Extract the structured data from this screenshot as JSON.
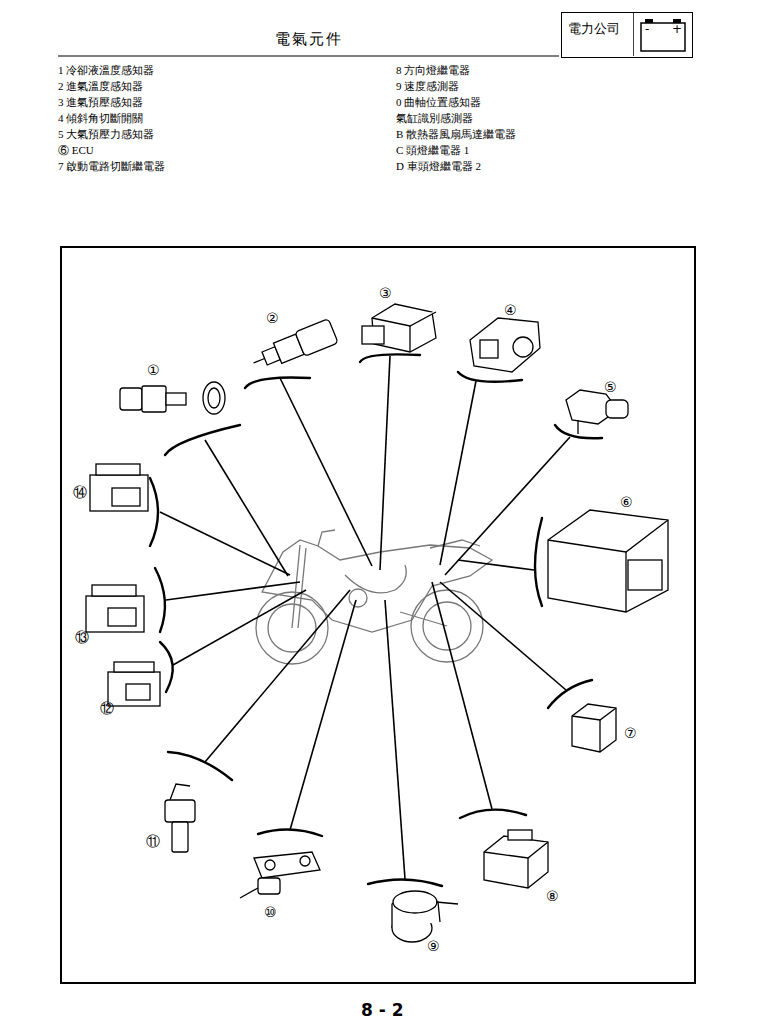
{
  "diagram": {
    "title": "電氣元件",
    "nodes": [
      {
        "text": [
          "電力公司"
        ]
      }
    ],
    "labels": [
      "-",
      "+",
      "1 冷卻液溫度感知器",
      "2 進氣溫度感知器",
      "3 進氣預壓感知器",
      "4 傾斜角切斷開關",
      "5 大氣預壓力感知器",
      "⑥ ECU",
      "7 啟動電路切斷繼電器",
      "8 方向燈繼電器",
      "9 速度感測器",
      "0 曲軸位置感知器",
      "氣缸識別感測器",
      "B 散熱器風扇馬達繼電器",
      "C 頭燈繼電器 1",
      "D 車頭燈繼電器 2",
      "①",
      "②",
      "③",
      "④",
      "⑤",
      "⑥",
      "⑦",
      "⑧",
      "⑨",
      "⑩",
      "⑪",
      "⑫",
      "⑬",
      "⑭",
      "8 - 2"
    ]
  }
}
